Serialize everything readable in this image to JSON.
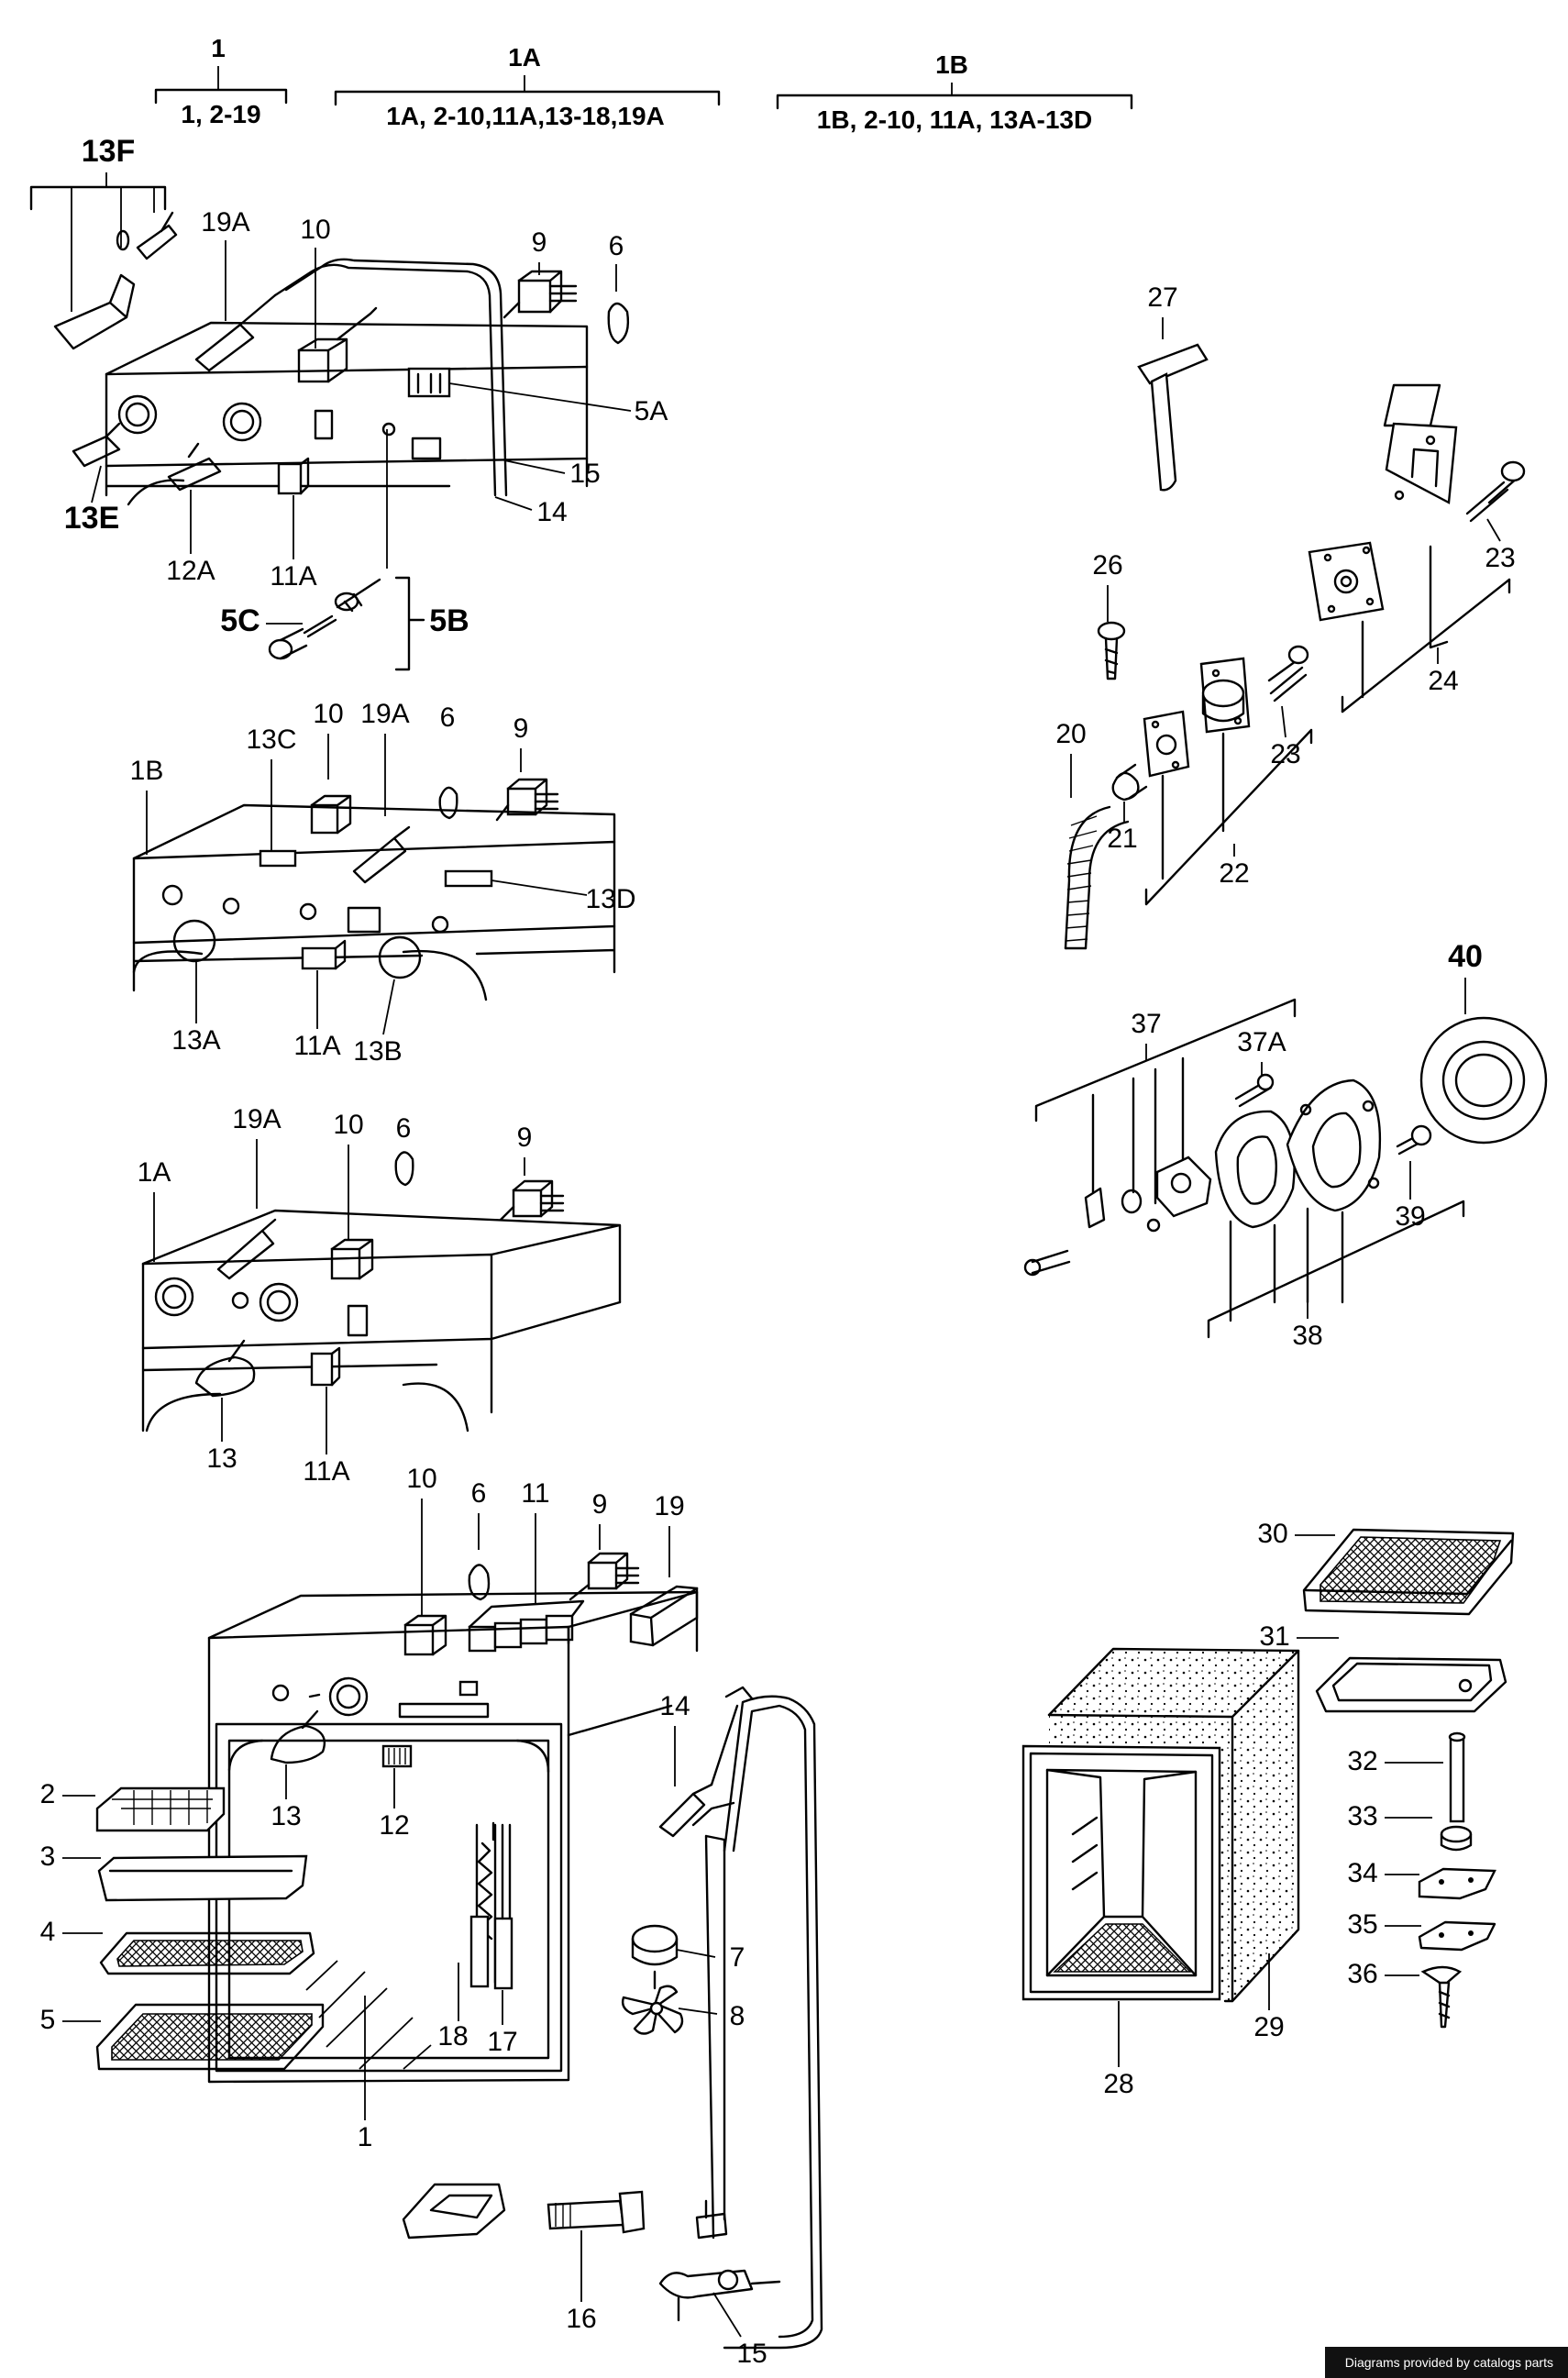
{
  "groups": [
    {
      "title": "1",
      "range": "1, 2-19"
    },
    {
      "title": "1A",
      "range": "1A, 2-10,11A,13-18,19A"
    },
    {
      "title": "1B",
      "range": "1B, 2-10, 11A, 13A-13D"
    }
  ],
  "callouts": {
    "c13F": "13F",
    "c19A_a": "19A",
    "c10_a": "10",
    "c9_a": "9",
    "c6_a": "6",
    "c5A": "5A",
    "c15_a": "15",
    "c14_a": "14",
    "c13E": "13E",
    "c12A": "12A",
    "c11A_a": "11A",
    "c5C": "5C",
    "c5B": "5B",
    "c1B": "1B",
    "c13C": "13C",
    "c10_b": "10",
    "c19A_b": "19A",
    "c6_b": "6",
    "c9_b": "9",
    "c13D": "13D",
    "c13A": "13A",
    "c11A_b": "11A",
    "c13B": "13B",
    "c1A": "1A",
    "c19A_c": "19A",
    "c10_c": "10",
    "c6_c": "6",
    "c9_c": "9",
    "c13_a": "13",
    "c11A_c": "11A",
    "c10_d": "10",
    "c6_d": "6",
    "c11": "11",
    "c9_d": "9",
    "c19": "19",
    "c2": "2",
    "c3": "3",
    "c4": "4",
    "c5": "5",
    "c13_b": "13",
    "c12": "12",
    "c18": "18",
    "c17": "17",
    "c14_b": "14",
    "c7": "7",
    "c8": "8",
    "c1": "1",
    "c16": "16",
    "c15_b": "15",
    "c27": "27",
    "c23_a": "23",
    "c24": "24",
    "c26": "26",
    "c20": "20",
    "c21": "21",
    "c22": "22",
    "c23_b": "23",
    "c40": "40",
    "c37": "37",
    "c37A": "37A",
    "c39": "39",
    "c38": "38",
    "c30": "30",
    "c31": "31",
    "c32": "32",
    "c33": "33",
    "c34": "34",
    "c35": "35",
    "c36": "36",
    "c28": "28",
    "c29": "29"
  },
  "footer": {
    "credit": "Diagrams provided by catalogs parts"
  }
}
